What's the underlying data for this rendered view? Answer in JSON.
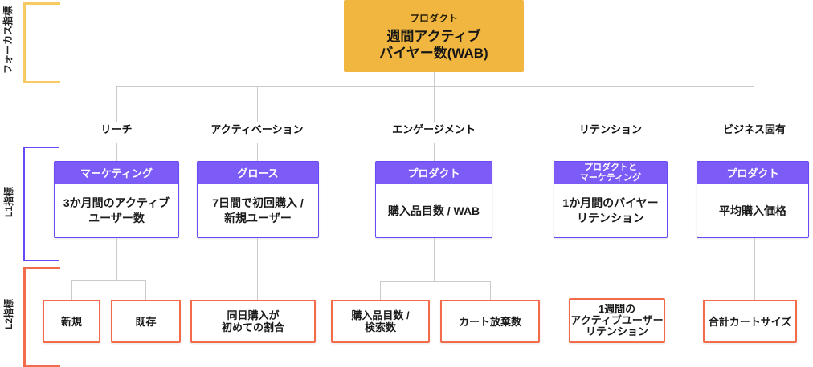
{
  "palette": {
    "root_fill": "#f0b63f",
    "focus_bracket": "#f8ca62",
    "l1_header_fill": "#7c5bf7",
    "l1_border": "#6a48f2",
    "l2_border": "#f26b4b",
    "connector_gray": "#c9cacd",
    "text_dark": "#1a1a1a"
  },
  "side_labels": {
    "focus": "フォーカス指標",
    "l1": "L1指標",
    "l2": "L2指標"
  },
  "root": {
    "tag": "プロダクト",
    "title": [
      "週間アクティブ",
      "バイヤー数(WAB)"
    ]
  },
  "columns": [
    {
      "label": "リーチ",
      "l1": {
        "team": [
          "マーケティング"
        ],
        "metric": [
          "3か月間のアクティブ",
          "ユーザー数"
        ]
      },
      "l2": [
        {
          "lines": [
            "新規"
          ]
        },
        {
          "lines": [
            "既存"
          ]
        }
      ]
    },
    {
      "label": "アクティベーション",
      "l1": {
        "team": [
          "グロース"
        ],
        "metric": [
          "7日間で初回購入 /",
          "新規ユーザー"
        ]
      },
      "l2": [
        {
          "lines": [
            "同日購入が",
            "初めての割合"
          ]
        }
      ]
    },
    {
      "label": "エンゲージメント",
      "l1": {
        "team": [
          "プロダクト"
        ],
        "metric": [
          "購入品目数 / WAB"
        ]
      },
      "l2": [
        {
          "lines": [
            "購入品目数 /",
            "検索数"
          ]
        },
        {
          "lines": [
            "カート放棄数"
          ]
        }
      ]
    },
    {
      "label": "リテンション",
      "l1": {
        "team": [
          "プロダクトと",
          "マーケティング"
        ],
        "metric": [
          "1か月間のバイヤー",
          "リテンション"
        ]
      },
      "l2": [
        {
          "lines": [
            "1週間の",
            "アクティブユーザー",
            "リテンション"
          ]
        }
      ]
    },
    {
      "label": "ビジネス固有",
      "l1": {
        "team": [
          "プロダクト"
        ],
        "metric": [
          "平均購入価格"
        ]
      },
      "l2": [
        {
          "lines": [
            "合計カートサイズ"
          ]
        }
      ]
    }
  ]
}
